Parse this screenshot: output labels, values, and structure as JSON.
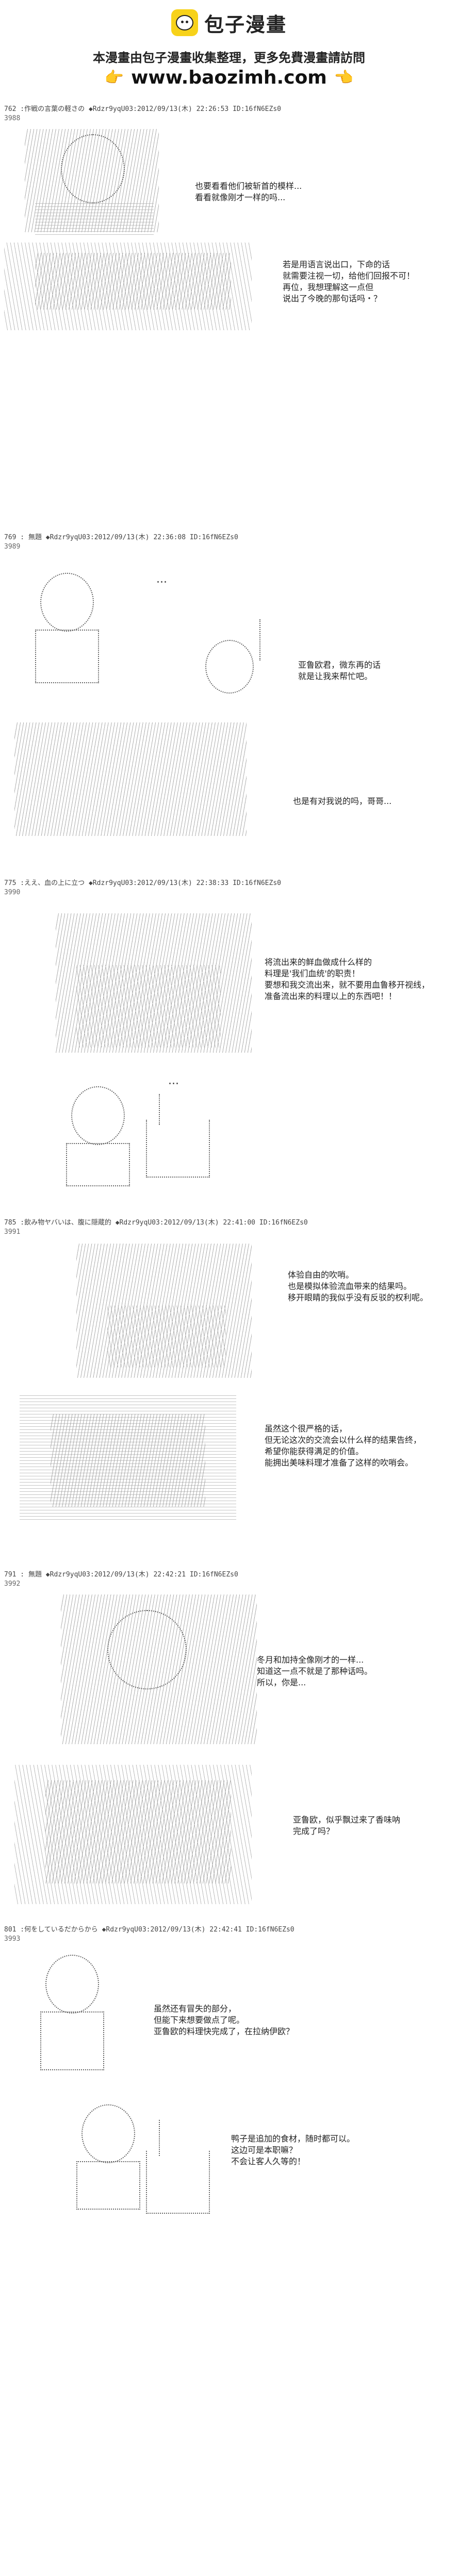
{
  "header": {
    "logo_text": "包子漫畫",
    "line1": "本漫畫由包子漫畫收集整理，更多免費漫畫請訪問",
    "url": "www.baozimh.com",
    "hand_left": "👉",
    "hand_right": "👈"
  },
  "posts": [
    {
      "header": "762 :作戦の言葉の軽さの ◆Rdzr9yqU03:2012/09/13(木) 22:26:53 ID:16fN6EZs0",
      "num": "3988"
    },
    {
      "header": "769 : 無題 ◆Rdzr9yqU03:2012/09/13(木) 22:36:08 ID:16fN6EZs0",
      "num": "3989"
    },
    {
      "header": "775 :ええ、血の上に立つ ◆Rdzr9yqU03:2012/09/13(木) 22:38:33 ID:16fN6EZs0",
      "num": "3990"
    },
    {
      "header": "785 :飲み物ヤバいは、腹に隠蔵的 ◆Rdzr9yqU03:2012/09/13(木) 22:41:00 ID:16fN6EZs0",
      "num": "3991"
    },
    {
      "header": "791 : 無題 ◆Rdzr9yqU03:2012/09/13(木) 22:42:21 ID:16fN6EZs0",
      "num": "3992"
    },
    {
      "header": "801 :何をしているだからから ◆Rdzr9yqU03:2012/09/13(木) 22:42:41 ID:16fN6EZs0",
      "num": "3993"
    }
  ],
  "dialogue": {
    "d1": "也要看看他们被斩首的模样...\n看看就像刚才一样的吗...",
    "d2": "若是用语言说出口，下命的话\n就需要注视一切，给他们回报不可！\n再位，我想理解这一点但\n说出了今晚的那句话吗・？",
    "d3": "亚鲁欧君，微东再的话\n就是让我来帮忙吧。",
    "d4": "也是有对我说的吗，哥哥...",
    "d5": "将流出来的鲜血做成什么样的\n料理是'我们血统'的职责！\n要想和我交流出来，就不要用血鲁移开视线，\n准备流出来的料理以上的东西吧！！",
    "d6": "体验自由的吹哨。\n也是模拟体验流血带来的结果吗。\n移开眼睛的我似乎没有反驳的权利呢。",
    "d7": "虽然这个很严格的话，\n但无论这次的交流会以什么样的结果告终，\n希望你能获得满足的价值。\n能拥出美味料理才准备了这样的吹哨会。",
    "d8": "冬月和加持全像刚才的一样...\n知道这一点不就是了那种话吗。\n所以，你是...",
    "d9": "亚鲁欧，似乎飘过来了香味呐\n完成了吗？",
    "d10": "虽然还有冒失的部分，\n但能下来想要做点了呢。\n亚鲁欧的料理快完成了，在拉纳伊欧？",
    "d11": "鸭子是追加的食材，随时都可以。\n这边可是本职嘛？\n不会让客人久等的！",
    "dots": "..."
  }
}
